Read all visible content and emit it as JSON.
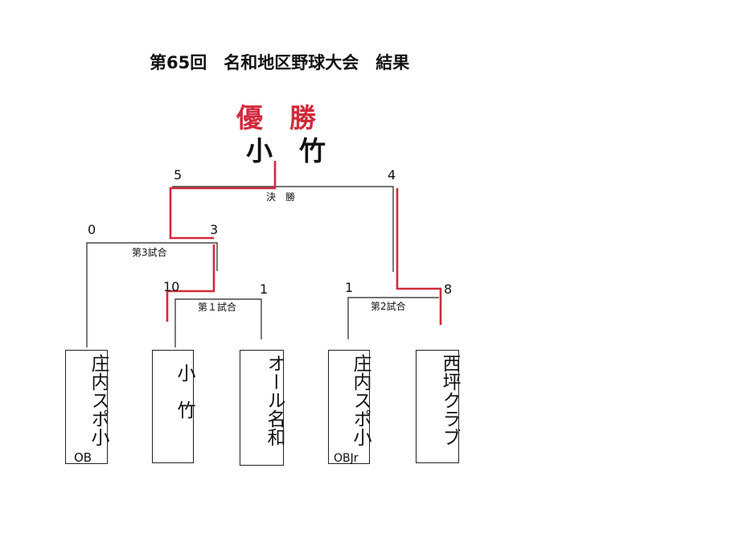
{
  "title": "第65回　名和地区野球大会　結果",
  "champion": {
    "label": "優　勝",
    "name": "小　竹"
  },
  "matches": {
    "final": {
      "label": "決　勝",
      "left_score": "5",
      "right_score": "4"
    },
    "match3": {
      "label": "第3試合",
      "left_score": "0",
      "right_score": "3"
    },
    "match1": {
      "label": "第１試合",
      "left_score": "10",
      "right_score": "1"
    },
    "match2": {
      "label": "第2試合",
      "left_score": "1",
      "right_score": "8"
    }
  },
  "teams": [
    {
      "name": "庄内スポ小",
      "sub": "OB"
    },
    {
      "name": "小　竹",
      "sub": ""
    },
    {
      "name": "オール名和",
      "sub": ""
    },
    {
      "name": "庄内スポ小",
      "sub": "OBJr"
    },
    {
      "name": "西坪クラブ",
      "sub": ""
    }
  ],
  "colors": {
    "winner_path": "#d22a3c",
    "lines": "#222222"
  }
}
